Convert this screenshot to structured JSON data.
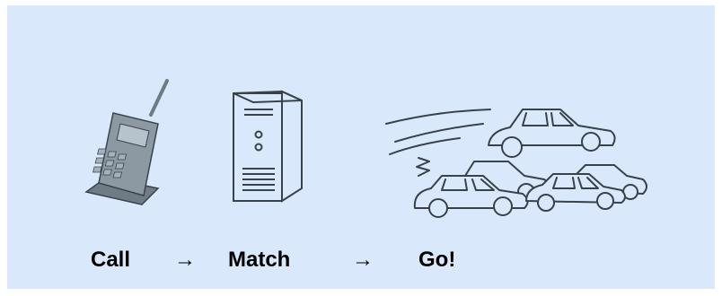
{
  "steps": [
    {
      "label": "Call",
      "icon": "mobile-phone-icon"
    },
    {
      "label": "Match",
      "icon": "server-tower-icon"
    },
    {
      "label": "Go!",
      "icon": "cars-icon"
    }
  ],
  "arrows": [
    "→",
    "→"
  ],
  "colors": {
    "panel_background": "#d9e9fb",
    "phone_body": "#8a96a0",
    "line": "#39414a"
  }
}
